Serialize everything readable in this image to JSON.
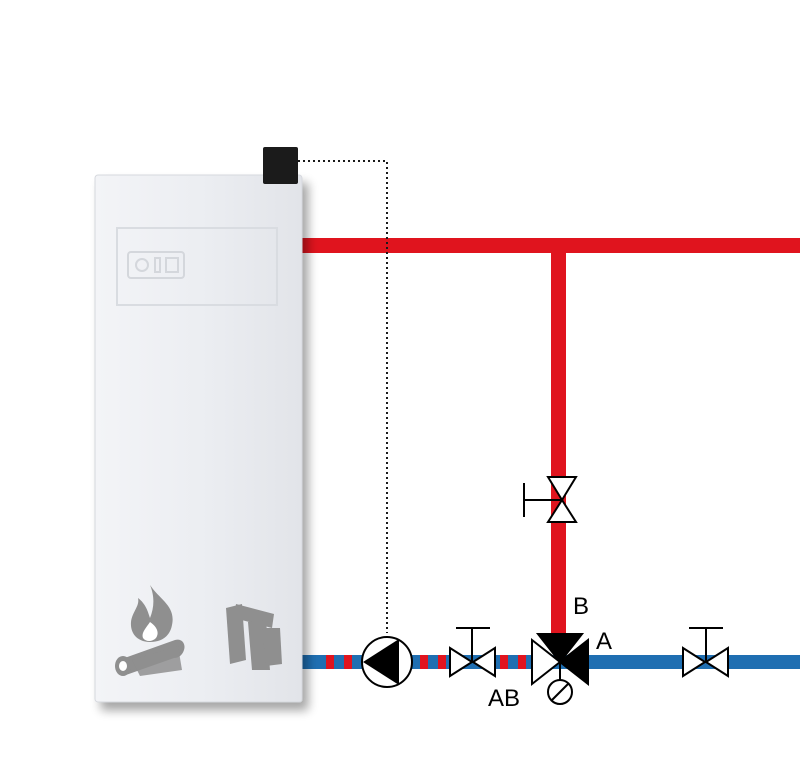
{
  "boiler": {
    "icons": [
      "panel-logo-icon",
      "fire-logs-icon",
      "wood-logs-icon"
    ]
  },
  "sensor": {
    "icon": "sensor-box-icon"
  },
  "pump": {
    "icon": "circulation-pump-icon"
  },
  "valves": {
    "icons": [
      "balancing-valve-icon",
      "shutoff-valve-icon",
      "three-way-mixing-valve-icon",
      "shutoff-valve-icon"
    ]
  },
  "labels": {
    "port_b": "B",
    "port_a": "A",
    "port_ab": "AB"
  },
  "colors": {
    "supply": "#e0141e",
    "return": "#1f6fb2",
    "boiler_body": "#eceef2",
    "symbol": "#000000"
  }
}
